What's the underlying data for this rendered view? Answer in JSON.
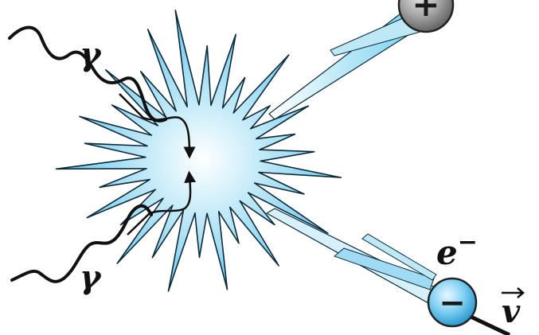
{
  "labels": {
    "photon_top": "γ",
    "photon_bottom": "γ",
    "electron": "e",
    "electron_superscript": "−",
    "velocity": "v",
    "positron_sign": "+",
    "electron_sign": "−"
  },
  "colors": {
    "burst_core": "#ffffff",
    "burst_mid": "#bfe8f7",
    "burst_edge": "#5fc4ea",
    "burst_outline": "#0b2a3a",
    "positron_ball": "#8c8c8c",
    "electron_ball": "#45b9ec",
    "trail": "#6fcfee",
    "ink": "#111111"
  }
}
